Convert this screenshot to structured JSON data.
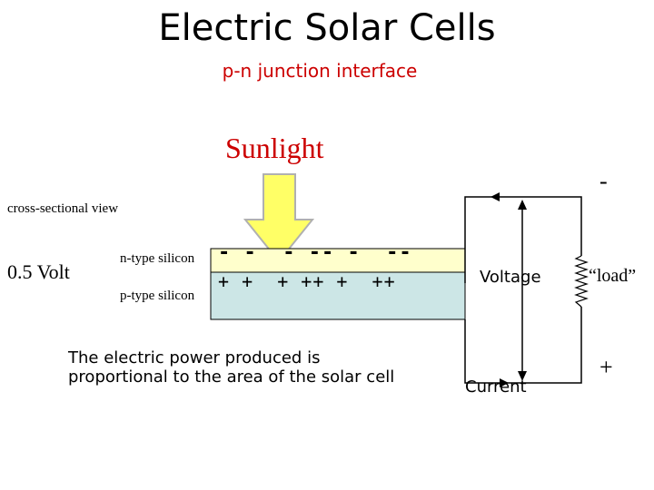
{
  "title": "Electric Solar Cells",
  "subtitle": "p-n junction interface",
  "sunlight_label": "Sunlight",
  "view_label": "cross-sectional view",
  "voltage_value": "0.5 Volt",
  "n_layer_label": "n-type silicon",
  "p_layer_label": "p-type silicon",
  "n_charges": "- -  - -- -  --",
  "p_charges": "+ +  + ++ +  ++",
  "voltage_label": "Voltage",
  "current_label": "Current",
  "load_label": "“load”",
  "negative_terminal": "-",
  "positive_terminal": "+",
  "note": "The electric power produced is proportional to the area of the solar cell",
  "colors": {
    "sunlight_arrow": "#ffff66",
    "n_layer": "#ffffcc",
    "p_layer": "#cce6e6",
    "title_accent": "#cc0000"
  }
}
